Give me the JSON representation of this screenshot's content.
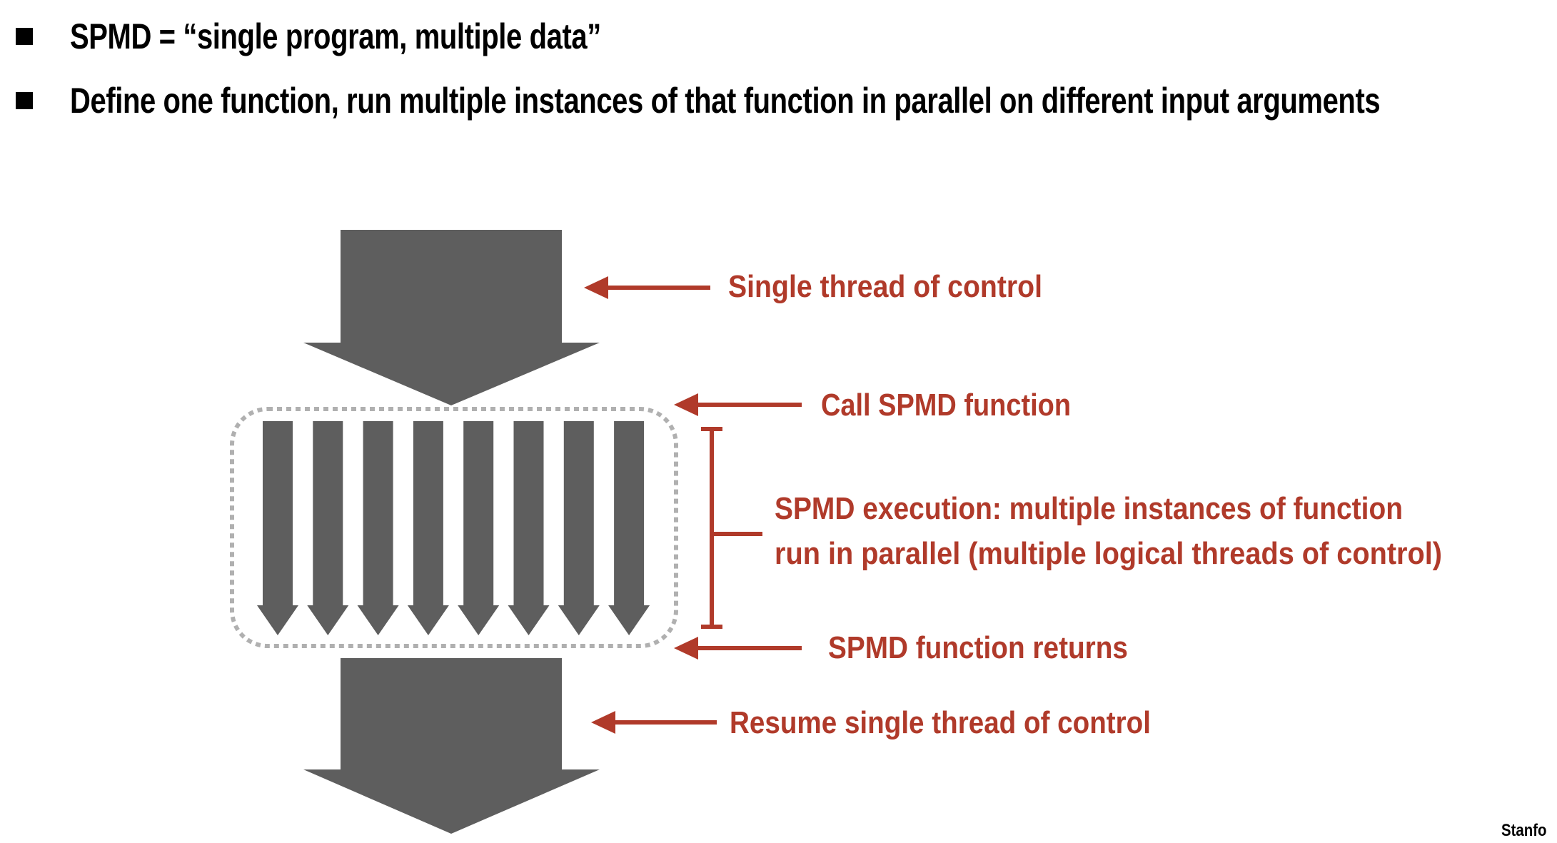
{
  "bullets": [
    "SPMD = “single program, multiple data”",
    "Define one function, run multiple instances of that function in parallel on different input arguments"
  ],
  "annotations": {
    "single_thread": "Single thread of control",
    "call_spmd": "Call SPMD function",
    "execution_line1": "SPMD execution: multiple instances of function",
    "execution_line2": "run in parallel (multiple logical threads of control)",
    "returns": "SPMD function returns",
    "resume": "Resume single thread of control"
  },
  "footer": "Stanfo",
  "parallel_instances": 8,
  "colors": {
    "arrow_gray": "#5e5e5e",
    "accent_red": "#b03a2a",
    "dotted_border": "#b0b0b0",
    "text": "#000000"
  }
}
